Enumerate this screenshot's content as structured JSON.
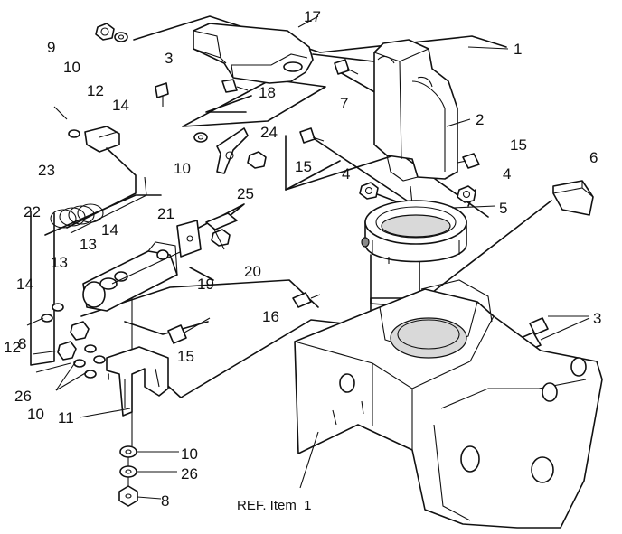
{
  "callouts": {
    "c1": "1",
    "c2": "2",
    "c3a": "3",
    "c3b": "3",
    "c4a": "4",
    "c4b": "4",
    "c5": "5",
    "c6": "6",
    "c7": "7",
    "c8a": "8",
    "c8b": "8",
    "c9": "9",
    "c10a": "10",
    "c10b": "10",
    "c10c": "10",
    "c10d": "10",
    "c11": "11",
    "c12a": "12",
    "c12b": "12",
    "c13a": "13",
    "c13b": "13",
    "c14a": "14",
    "c14b": "14",
    "c14c": "14",
    "c15a": "15",
    "c15b": "15",
    "c15c": "15",
    "c16": "16",
    "c17": "17",
    "c18": "18",
    "c19": "19",
    "c20": "20",
    "c21": "21",
    "c22": "22",
    "c23": "23",
    "c24": "24",
    "c25": "25",
    "c26a": "26",
    "c26b": "26"
  },
  "reference_label": "REF. Item  1"
}
